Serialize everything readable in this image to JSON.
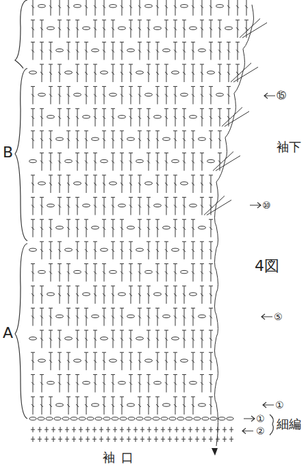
{
  "diagram": {
    "labels": [
      "B",
      "A",
      "袖下",
      "4図",
      "⑮",
      "⑩",
      "⑤",
      "①",
      "①",
      "②",
      "細編",
      "袖口"
    ]
  }
}
